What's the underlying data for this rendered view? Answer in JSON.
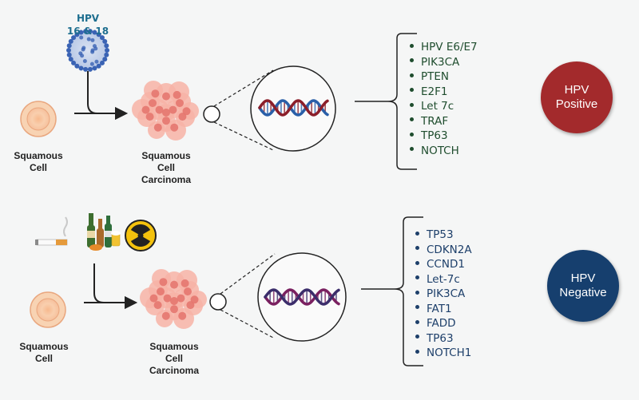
{
  "positive": {
    "virus_label_1": "HPV",
    "virus_label_2": "16 & 18",
    "normal_cell_label_1": "Squamous",
    "normal_cell_label_2": "Cell",
    "carcinoma_label_1": "Squamous",
    "carcinoma_label_2": "Cell",
    "carcinoma_label_3": "Carcinoma",
    "genes": [
      "HPV E6/E7",
      "PIK3CA",
      "PTEN",
      "E2F1",
      "Let 7c",
      "TRAF",
      "TP63",
      "NOTCH"
    ],
    "badge_line_1": "HPV",
    "badge_line_2": "Positive",
    "badge_color": "#a32a2c"
  },
  "negative": {
    "risk_icons": [
      "cigarette-icon",
      "alcohol-bottles-icon",
      "radiation-icon"
    ],
    "normal_cell_label_1": "Squamous",
    "normal_cell_label_2": "Cell",
    "carcinoma_label_1": "Squamous",
    "carcinoma_label_2": "Cell",
    "carcinoma_label_3": "Carcinoma",
    "genes": [
      "TP53",
      "CDKN2A",
      "CCND1",
      "Let-7c",
      "PIK3CA",
      "FAT1",
      "FADD",
      "TP63",
      "NOTCH1"
    ],
    "badge_line_1": "HPV",
    "badge_line_2": "Negative",
    "badge_color": "#163f6e"
  },
  "colors": {
    "cell_fill": "#f9ccaa",
    "tumor_fill": "#f29a90",
    "dna_pos_a": "#2a5fa8",
    "dna_pos_b": "#8b1e2a",
    "dna_neg_a": "#7a2060",
    "dna_neg_b": "#3b2d6b",
    "virus": "#3a63b4"
  }
}
